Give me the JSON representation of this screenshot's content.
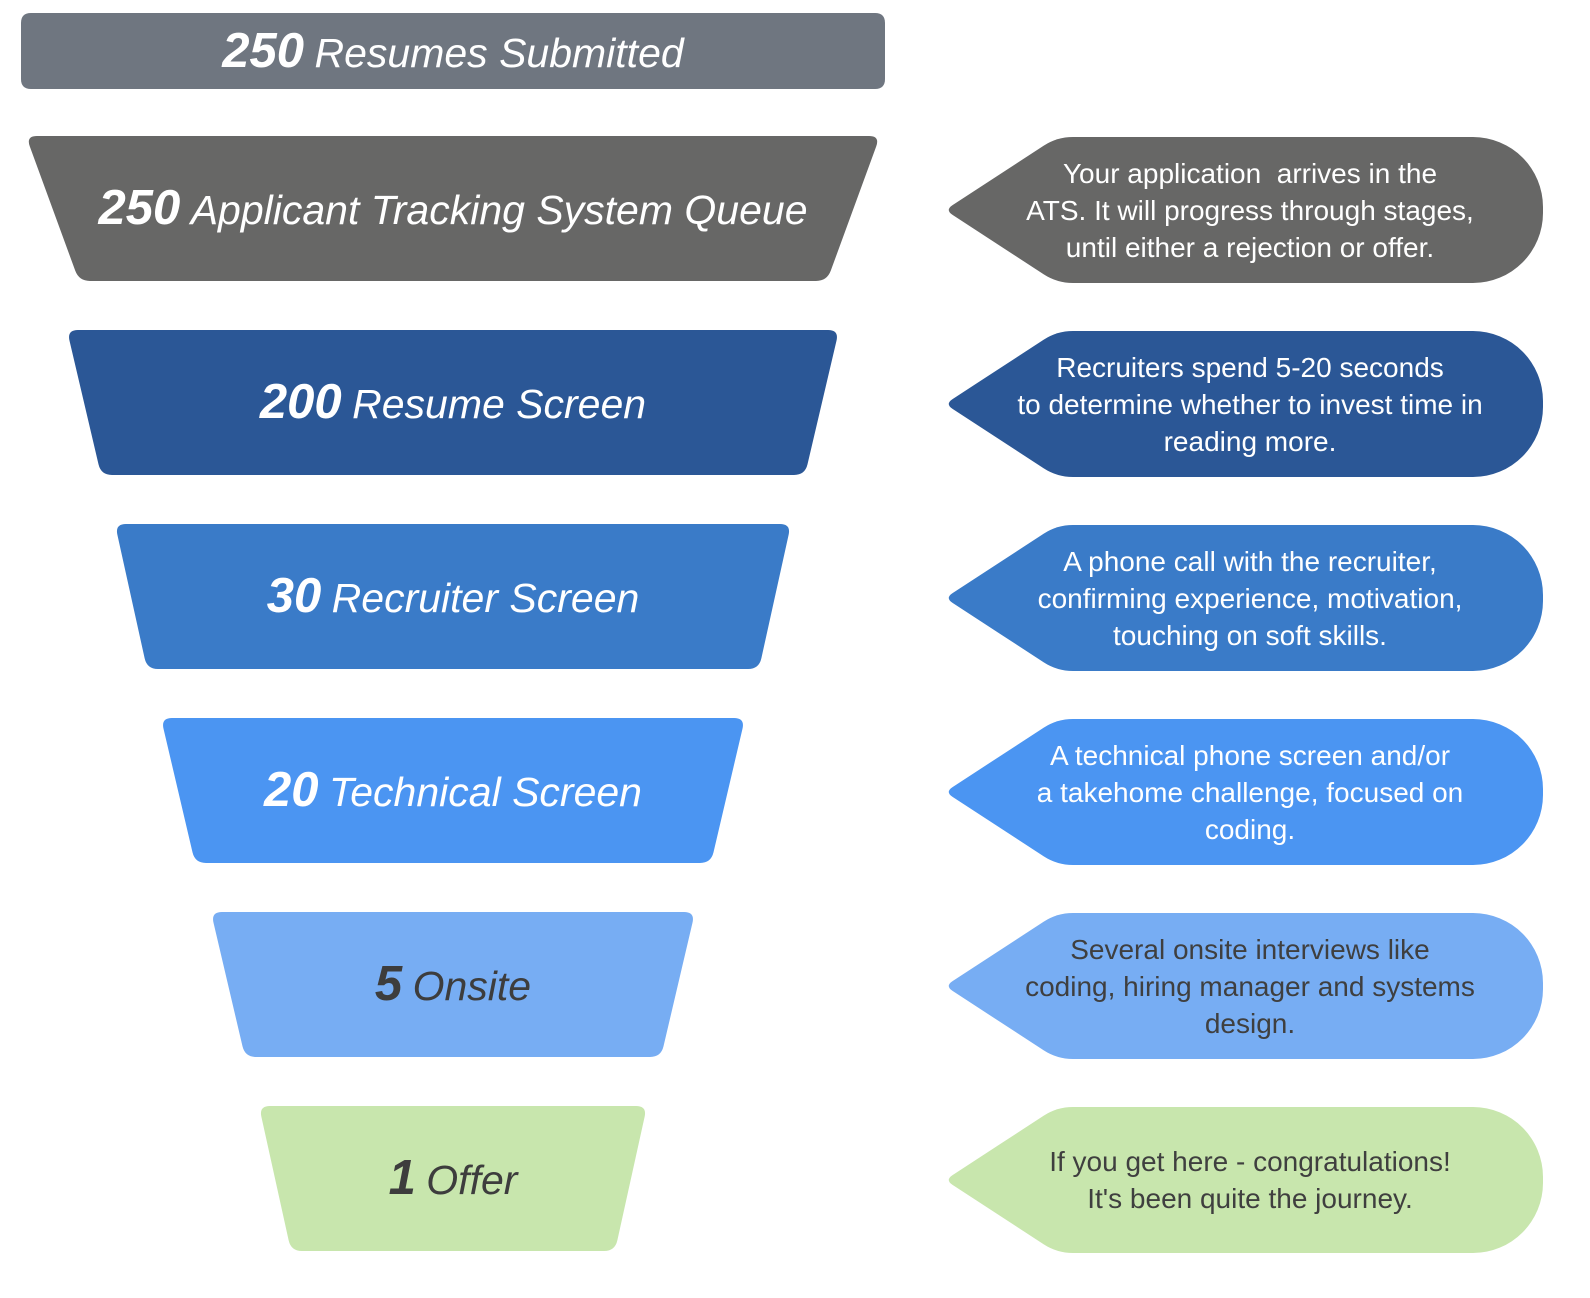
{
  "stages": [
    {
      "count": "250",
      "label": "Resumes Submitted",
      "fill": "#6f7680",
      "text_color": "#ffffff"
    },
    {
      "count": "250",
      "label": "Applicant Tracking System Queue",
      "fill": "#676766",
      "text_color": "#ffffff"
    },
    {
      "count": "200",
      "label": "Resume Screen",
      "fill": "#2b5796",
      "text_color": "#ffffff"
    },
    {
      "count": "30",
      "label": "Recruiter Screen",
      "fill": "#3a7bc8",
      "text_color": "#ffffff"
    },
    {
      "count": "20",
      "label": "Technical Screen",
      "fill": "#4b95f2",
      "text_color": "#ffffff"
    },
    {
      "count": "5",
      "label": "Onsite",
      "fill": "#77adf3",
      "text_color": "#3d3d3d"
    },
    {
      "count": "1",
      "label": "Offer",
      "fill": "#c8e6ad",
      "text_color": "#3d3d3d"
    }
  ],
  "callouts": [
    {
      "text": "Your application  arrives in the\nATS. It will progress through stages,\nuntil either a rejection or offer.",
      "fill": "#676766",
      "text_color": "#ffffff"
    },
    {
      "text": "Recruiters spend 5-20 seconds\nto determine whether to invest time in\nreading more.",
      "fill": "#2b5796",
      "text_color": "#ffffff"
    },
    {
      "text": "A phone call with the recruiter,\nconfirming experience, motivation,\ntouching on soft skills.",
      "fill": "#3a7bc8",
      "text_color": "#ffffff"
    },
    {
      "text": "A technical phone screen and/or\na takehome challenge, focused on\ncoding.",
      "fill": "#4b95f2",
      "text_color": "#ffffff"
    },
    {
      "text": "Several onsite interviews like\ncoding, hiring manager and systems\ndesign.",
      "fill": "#77adf3",
      "text_color": "#3f3f3f"
    },
    {
      "text": "If you get here - congratulations!\nIt's been quite the journey.",
      "fill": "#c8e6ad",
      "text_color": "#3f3f3f"
    }
  ]
}
